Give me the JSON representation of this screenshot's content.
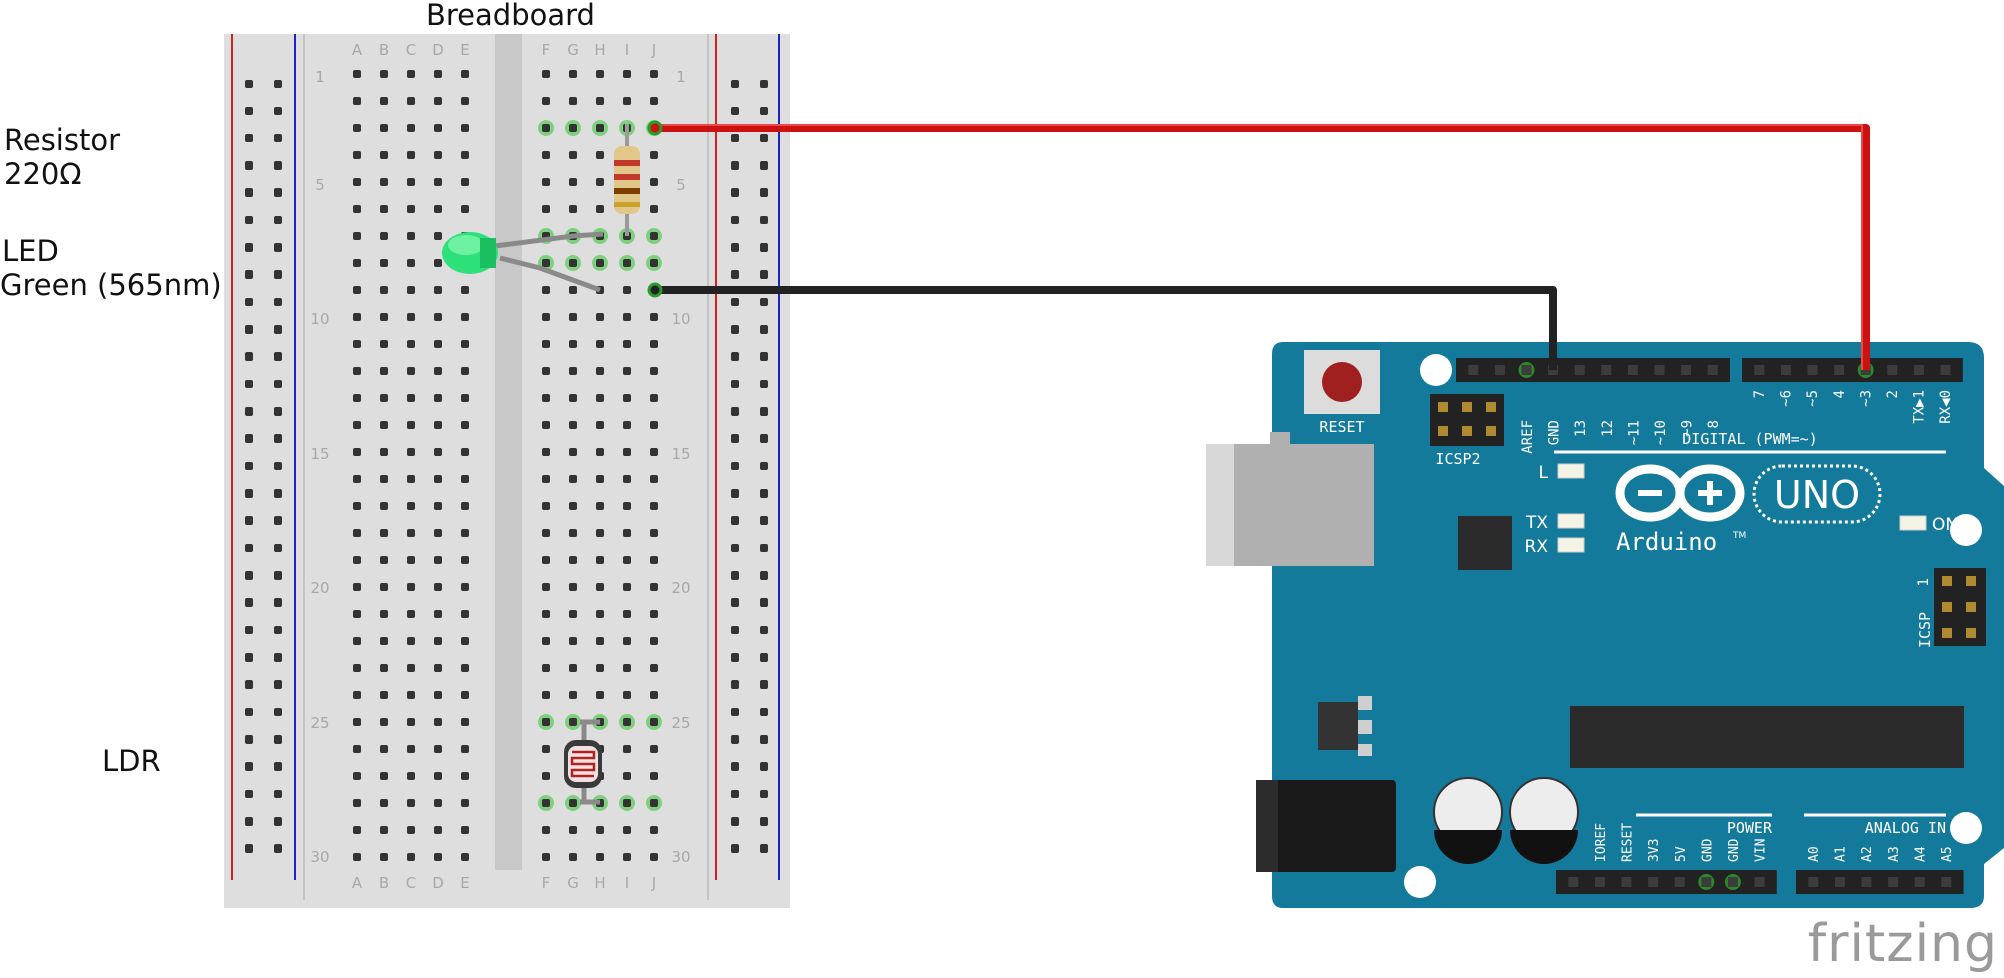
{
  "title": "Breadboard",
  "labels": {
    "resistor": "Resistor",
    "resistor_value": "220Ω",
    "led": "LED",
    "led_color": "Green (565nm)",
    "ldr": "LDR"
  },
  "breadboard": {
    "columns_left": [
      "A",
      "B",
      "C",
      "D",
      "E"
    ],
    "columns_right": [
      "F",
      "G",
      "H",
      "I",
      "J"
    ],
    "row_numbers": [
      "1",
      "5",
      "10",
      "15",
      "20",
      "25",
      "30"
    ]
  },
  "arduino": {
    "reset_label": "RESET",
    "icsp2_label": "ICSP2",
    "icsp_label": "ICSP",
    "icsp_pin1": "1",
    "brand": "Arduino",
    "tm": "TM",
    "model": "UNO",
    "digital_label": "DIGITAL (PWM=~)",
    "power_label": "POWER",
    "analog_label": "ANALOG IN",
    "led_l": "L",
    "led_tx": "TX",
    "led_rx": "RX",
    "led_on": "ON",
    "digital_pins_left": [
      "AREF",
      "GND",
      "13",
      "12",
      "~11",
      "~10",
      "~9",
      "8"
    ],
    "digital_pins_right": [
      "7",
      "~6",
      "~5",
      "4",
      "~3",
      "2",
      "TX▶1",
      "RX◀0"
    ],
    "power_pins": [
      "IOREF",
      "RESET",
      "3V3",
      "5V",
      "GND",
      "GND",
      "VIN"
    ],
    "analog_pins": [
      "A0",
      "A1",
      "A2",
      "A3",
      "A4",
      "A5"
    ]
  },
  "wire_colors": {
    "red": "#cc1111",
    "black": "#222222"
  },
  "board_color": "#147a9b",
  "watermark": "fritzing"
}
